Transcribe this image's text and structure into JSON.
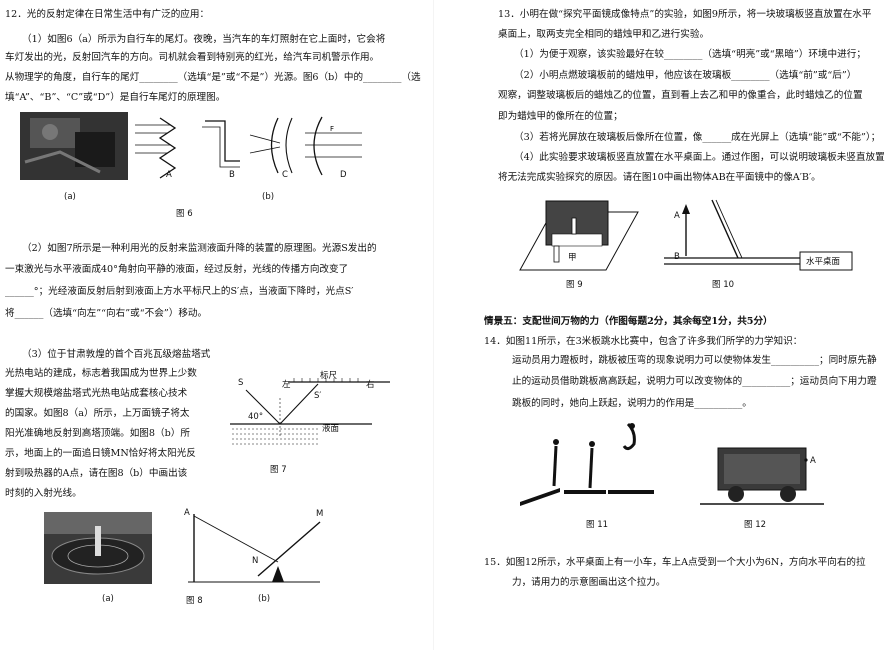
{
  "left": {
    "q12_head": "12．光的反射定律在日常生活中有广泛的应用：",
    "q12_p1_l1": "（1）如图6（a）所示为自行车的尾灯。夜晚，当汽车的车灯照射在它上面时，它会将",
    "q12_p1_l2": "车灯发出的光，反射回汽车的方向。司机就会看到特别亮的红光，给汽车司机警示作用。",
    "q12_p1_l3": "从物理学的角度，自行车的尾灯________（选填“是”或“不是”）光源。图6（b）中的________（选",
    "q12_p1_l4": "填“A”、“B”、“C”或“D”）是自行车尾灯的原理图。",
    "fig6_a": "(a)",
    "fig6_b": "(b)",
    "fig6_opt_a": "A",
    "fig6_opt_b": "B",
    "fig6_opt_c": "C",
    "fig6_opt_d": "D",
    "fig6_caption": "图 6",
    "q12_p2_l1": "（2）如图7所示是一种利用光的反射来监测液面升降的装置的原理图。光源S发出的",
    "q12_p2_l2": "一束激光与水平液面成40°角射向平静的液面，经过反射，光线的传播方向改变了",
    "q12_p2_l3": "______°；光经液面反射后射到液面上方水平标尺上的S′点，当液面下降时，光点S′",
    "q12_p2_l4": "将______（选填“向左”“向右”或“不会”）移动。",
    "q12_p3_l1": "（3）位于甘肃敦煌的首个百兆瓦级熔盐塔式",
    "q12_p3_l2": "光热电站的建成，标志着我国成为世界上少数",
    "q12_p3_l3": "掌握大规模熔盐塔式光热电站成套核心技术",
    "q12_p3_l4": "的国家。如图8（a）所示，上万面镜子将太",
    "q12_p3_l5": "阳光准确地反射到高塔顶端。如图8（b）所",
    "q12_p3_l6": "示，地面上的一面追日镜MN恰好将太阳光反",
    "q12_p3_l7": "射到吸热器的A点，请在图8（b）中画出该",
    "q12_p3_l8": "时刻的入射光线。",
    "fig7_ruler": "标尺",
    "fig7_left": "左",
    "fig7_right": "右",
    "fig7_s": "S",
    "fig7_s2": "S′",
    "fig7_angle": "40°",
    "fig7_liquid": "液面",
    "fig7_caption": "图 7",
    "fig8_a": "(a)",
    "fig8_caption": "图 8",
    "fig8_b": "(b)",
    "fig8_pt_a": "A",
    "fig8_pt_m": "M",
    "fig8_pt_n": "N"
  },
  "right": {
    "q13_l1": "13．小明在做“探究平面镜成像特点”的实验，如图9所示，将一块玻璃板竖直放置在水平",
    "q13_l2": "桌面上，取两支完全相同的蜡烛甲和乙进行实验。",
    "q13_p1": "（1）为便于观察，该实验最好在较________（选填“明亮”或“黑暗”）环境中进行；",
    "q13_p2_l1": "（2）小明点燃玻璃板前的蜡烛甲，他应该在玻璃板________（选填“前”或“后”）",
    "q13_p2_l2": "观察，调整玻璃板后的蜡烛乙的位置，直到看上去乙和甲的像重合，此时蜡烛乙的位置",
    "q13_p2_l3": "即为蜡烛甲的像所在的位置；",
    "q13_p3": "（3）若将光屏放在玻璃板后像所在位置，像______成在光屏上（选填“能”或“不能”）；",
    "q13_p4_l1": "（4）此实验要求玻璃板竖直放置在水平桌面上。通过作图，可以说明玻璃板未竖直放置",
    "q13_p4_l2": "将无法完成实验探究的原因。请在图10中画出物体AB在平面镜中的像A′B′。",
    "fig9_label": "甲",
    "fig9_caption": "图 9",
    "fig10_a": "A",
    "fig10_b": "B",
    "fig10_table": "水平桌面",
    "fig10_caption": "图 10",
    "section5": "情景五：支配世间万物的力（作图每题2分，其余每空1分，共5分）",
    "q14_l1": "14．如图11所示，在3米板跳水比赛中，包含了许多我们所学的力学知识：",
    "q14_l2": "运动员用力蹬板时，跳板被压弯的现象说明力可以使物体发生__________；同时原先静",
    "q14_l3": "止的运动员借助跳板高高跃起，说明力可以改变物体的__________；运动员向下用力蹬",
    "q14_l4": "跳板的同时，她向上跃起，说明力的作用是__________。",
    "fig11_caption": "图 11",
    "fig12_point": "A",
    "fig12_caption": "图 12",
    "q15_l1": "15．如图12所示，水平桌面上有一小车，车上A点受到一个大小为6N，方向水平向右的拉",
    "q15_l2": "力，请用力的示意图画出这个拉力。"
  }
}
